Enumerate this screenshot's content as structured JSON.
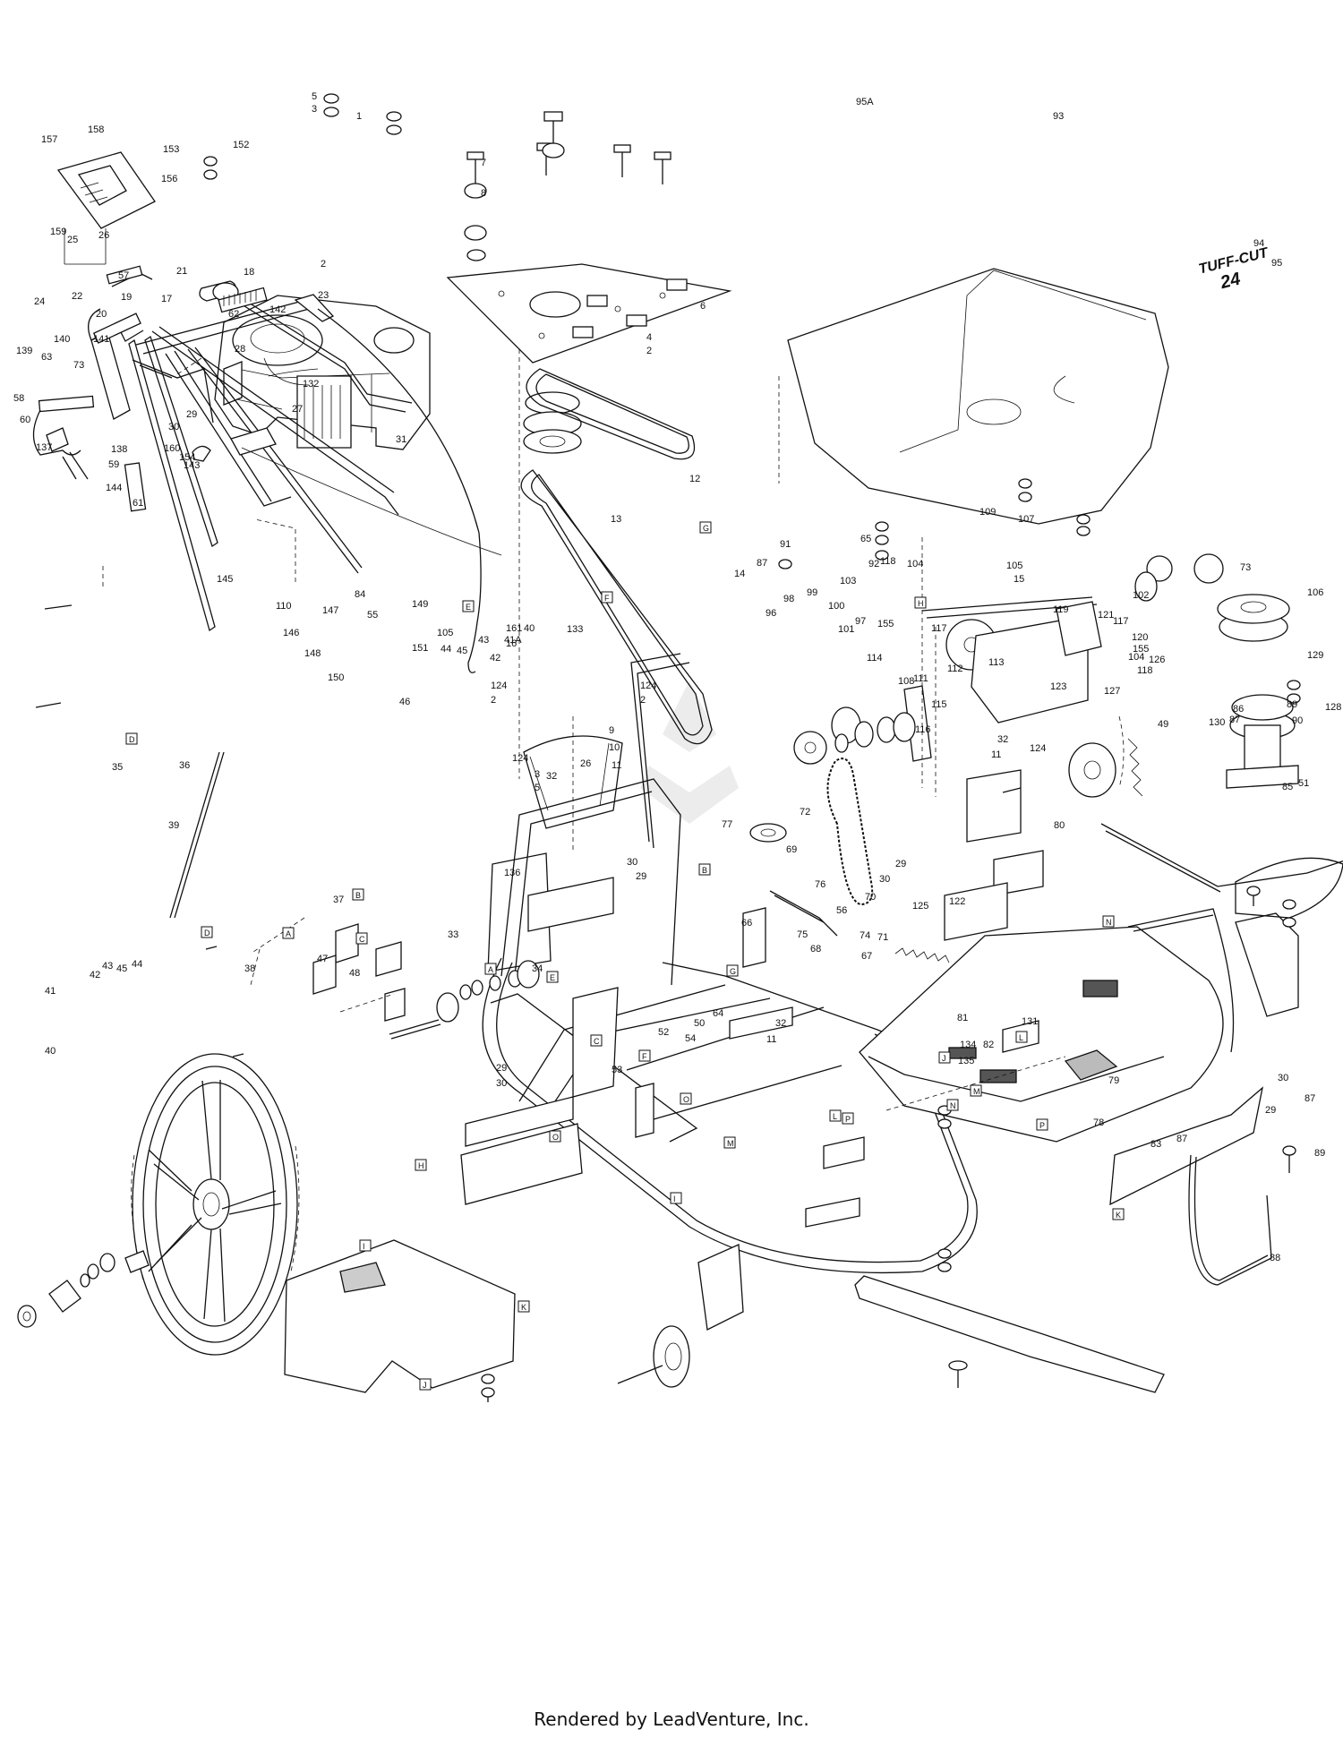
{
  "diagram": {
    "brand_decal_line1": "TUFF-CUT",
    "brand_decal_line2": "24",
    "parts": [
      {
        "num": "1"
      },
      {
        "num": "2"
      },
      {
        "num": "3"
      },
      {
        "num": "4"
      },
      {
        "num": "5"
      },
      {
        "num": "6"
      },
      {
        "num": "7"
      },
      {
        "num": "8"
      },
      {
        "num": "9"
      },
      {
        "num": "10"
      },
      {
        "num": "11"
      },
      {
        "num": "12"
      },
      {
        "num": "13"
      },
      {
        "num": "14"
      },
      {
        "num": "15"
      },
      {
        "num": "16"
      },
      {
        "num": "17"
      },
      {
        "num": "18"
      },
      {
        "num": "19"
      },
      {
        "num": "20"
      },
      {
        "num": "21"
      },
      {
        "num": "22"
      },
      {
        "num": "23"
      },
      {
        "num": "24"
      },
      {
        "num": "25"
      },
      {
        "num": "26"
      },
      {
        "num": "27"
      },
      {
        "num": "28"
      },
      {
        "num": "29"
      },
      {
        "num": "30"
      },
      {
        "num": "31"
      },
      {
        "num": "32"
      },
      {
        "num": "33"
      },
      {
        "num": "34"
      },
      {
        "num": "35"
      },
      {
        "num": "36"
      },
      {
        "num": "37"
      },
      {
        "num": "38"
      },
      {
        "num": "39"
      },
      {
        "num": "40"
      },
      {
        "num": "41"
      },
      {
        "num": "41A"
      },
      {
        "num": "42"
      },
      {
        "num": "43"
      },
      {
        "num": "44"
      },
      {
        "num": "45"
      },
      {
        "num": "46"
      },
      {
        "num": "47"
      },
      {
        "num": "48"
      },
      {
        "num": "49"
      },
      {
        "num": "50"
      },
      {
        "num": "51"
      },
      {
        "num": "52"
      },
      {
        "num": "53"
      },
      {
        "num": "54"
      },
      {
        "num": "55"
      },
      {
        "num": "56"
      },
      {
        "num": "57"
      },
      {
        "num": "58"
      },
      {
        "num": "59"
      },
      {
        "num": "60"
      },
      {
        "num": "61"
      },
      {
        "num": "62"
      },
      {
        "num": "63"
      },
      {
        "num": "64"
      },
      {
        "num": "65"
      },
      {
        "num": "66"
      },
      {
        "num": "67"
      },
      {
        "num": "68"
      },
      {
        "num": "69"
      },
      {
        "num": "70"
      },
      {
        "num": "71"
      },
      {
        "num": "72"
      },
      {
        "num": "73"
      },
      {
        "num": "74"
      },
      {
        "num": "75"
      },
      {
        "num": "76"
      },
      {
        "num": "77"
      },
      {
        "num": "78"
      },
      {
        "num": "79"
      },
      {
        "num": "80"
      },
      {
        "num": "81"
      },
      {
        "num": "82"
      },
      {
        "num": "83"
      },
      {
        "num": "84"
      },
      {
        "num": "85"
      },
      {
        "num": "86"
      },
      {
        "num": "87"
      },
      {
        "num": "88"
      },
      {
        "num": "89"
      },
      {
        "num": "90"
      },
      {
        "num": "91"
      },
      {
        "num": "92"
      },
      {
        "num": "93"
      },
      {
        "num": "94"
      },
      {
        "num": "95"
      },
      {
        "num": "95A"
      },
      {
        "num": "96"
      },
      {
        "num": "97"
      },
      {
        "num": "98"
      },
      {
        "num": "99"
      },
      {
        "num": "100"
      },
      {
        "num": "101"
      },
      {
        "num": "102"
      },
      {
        "num": "103"
      },
      {
        "num": "104"
      },
      {
        "num": "105"
      },
      {
        "num": "106"
      },
      {
        "num": "107"
      },
      {
        "num": "108"
      },
      {
        "num": "109"
      },
      {
        "num": "110"
      },
      {
        "num": "111"
      },
      {
        "num": "112"
      },
      {
        "num": "113"
      },
      {
        "num": "114"
      },
      {
        "num": "115"
      },
      {
        "num": "116"
      },
      {
        "num": "117"
      },
      {
        "num": "118"
      },
      {
        "num": "119"
      },
      {
        "num": "120"
      },
      {
        "num": "121"
      },
      {
        "num": "122"
      },
      {
        "num": "123"
      },
      {
        "num": "124"
      },
      {
        "num": "125"
      },
      {
        "num": "126"
      },
      {
        "num": "127"
      },
      {
        "num": "128"
      },
      {
        "num": "129"
      },
      {
        "num": "130"
      },
      {
        "num": "131"
      },
      {
        "num": "132"
      },
      {
        "num": "133"
      },
      {
        "num": "134"
      },
      {
        "num": "135"
      },
      {
        "num": "136"
      },
      {
        "num": "137"
      },
      {
        "num": "138"
      },
      {
        "num": "139"
      },
      {
        "num": "140"
      },
      {
        "num": "141"
      },
      {
        "num": "142"
      },
      {
        "num": "143"
      },
      {
        "num": "144"
      },
      {
        "num": "145"
      },
      {
        "num": "146"
      },
      {
        "num": "147"
      },
      {
        "num": "148"
      },
      {
        "num": "149"
      },
      {
        "num": "150"
      },
      {
        "num": "151"
      },
      {
        "num": "152"
      },
      {
        "num": "153"
      },
      {
        "num": "154"
      },
      {
        "num": "155"
      },
      {
        "num": "156"
      },
      {
        "num": "157"
      },
      {
        "num": "158"
      },
      {
        "num": "159"
      },
      {
        "num": "160"
      },
      {
        "num": "161"
      }
    ],
    "ref_letters": [
      "A",
      "B",
      "C",
      "D",
      "E",
      "F",
      "G",
      "H",
      "I",
      "J",
      "K",
      "L",
      "M",
      "N",
      "O",
      "P"
    ]
  },
  "footer": {
    "text": "Rendered by LeadVenture, Inc."
  }
}
